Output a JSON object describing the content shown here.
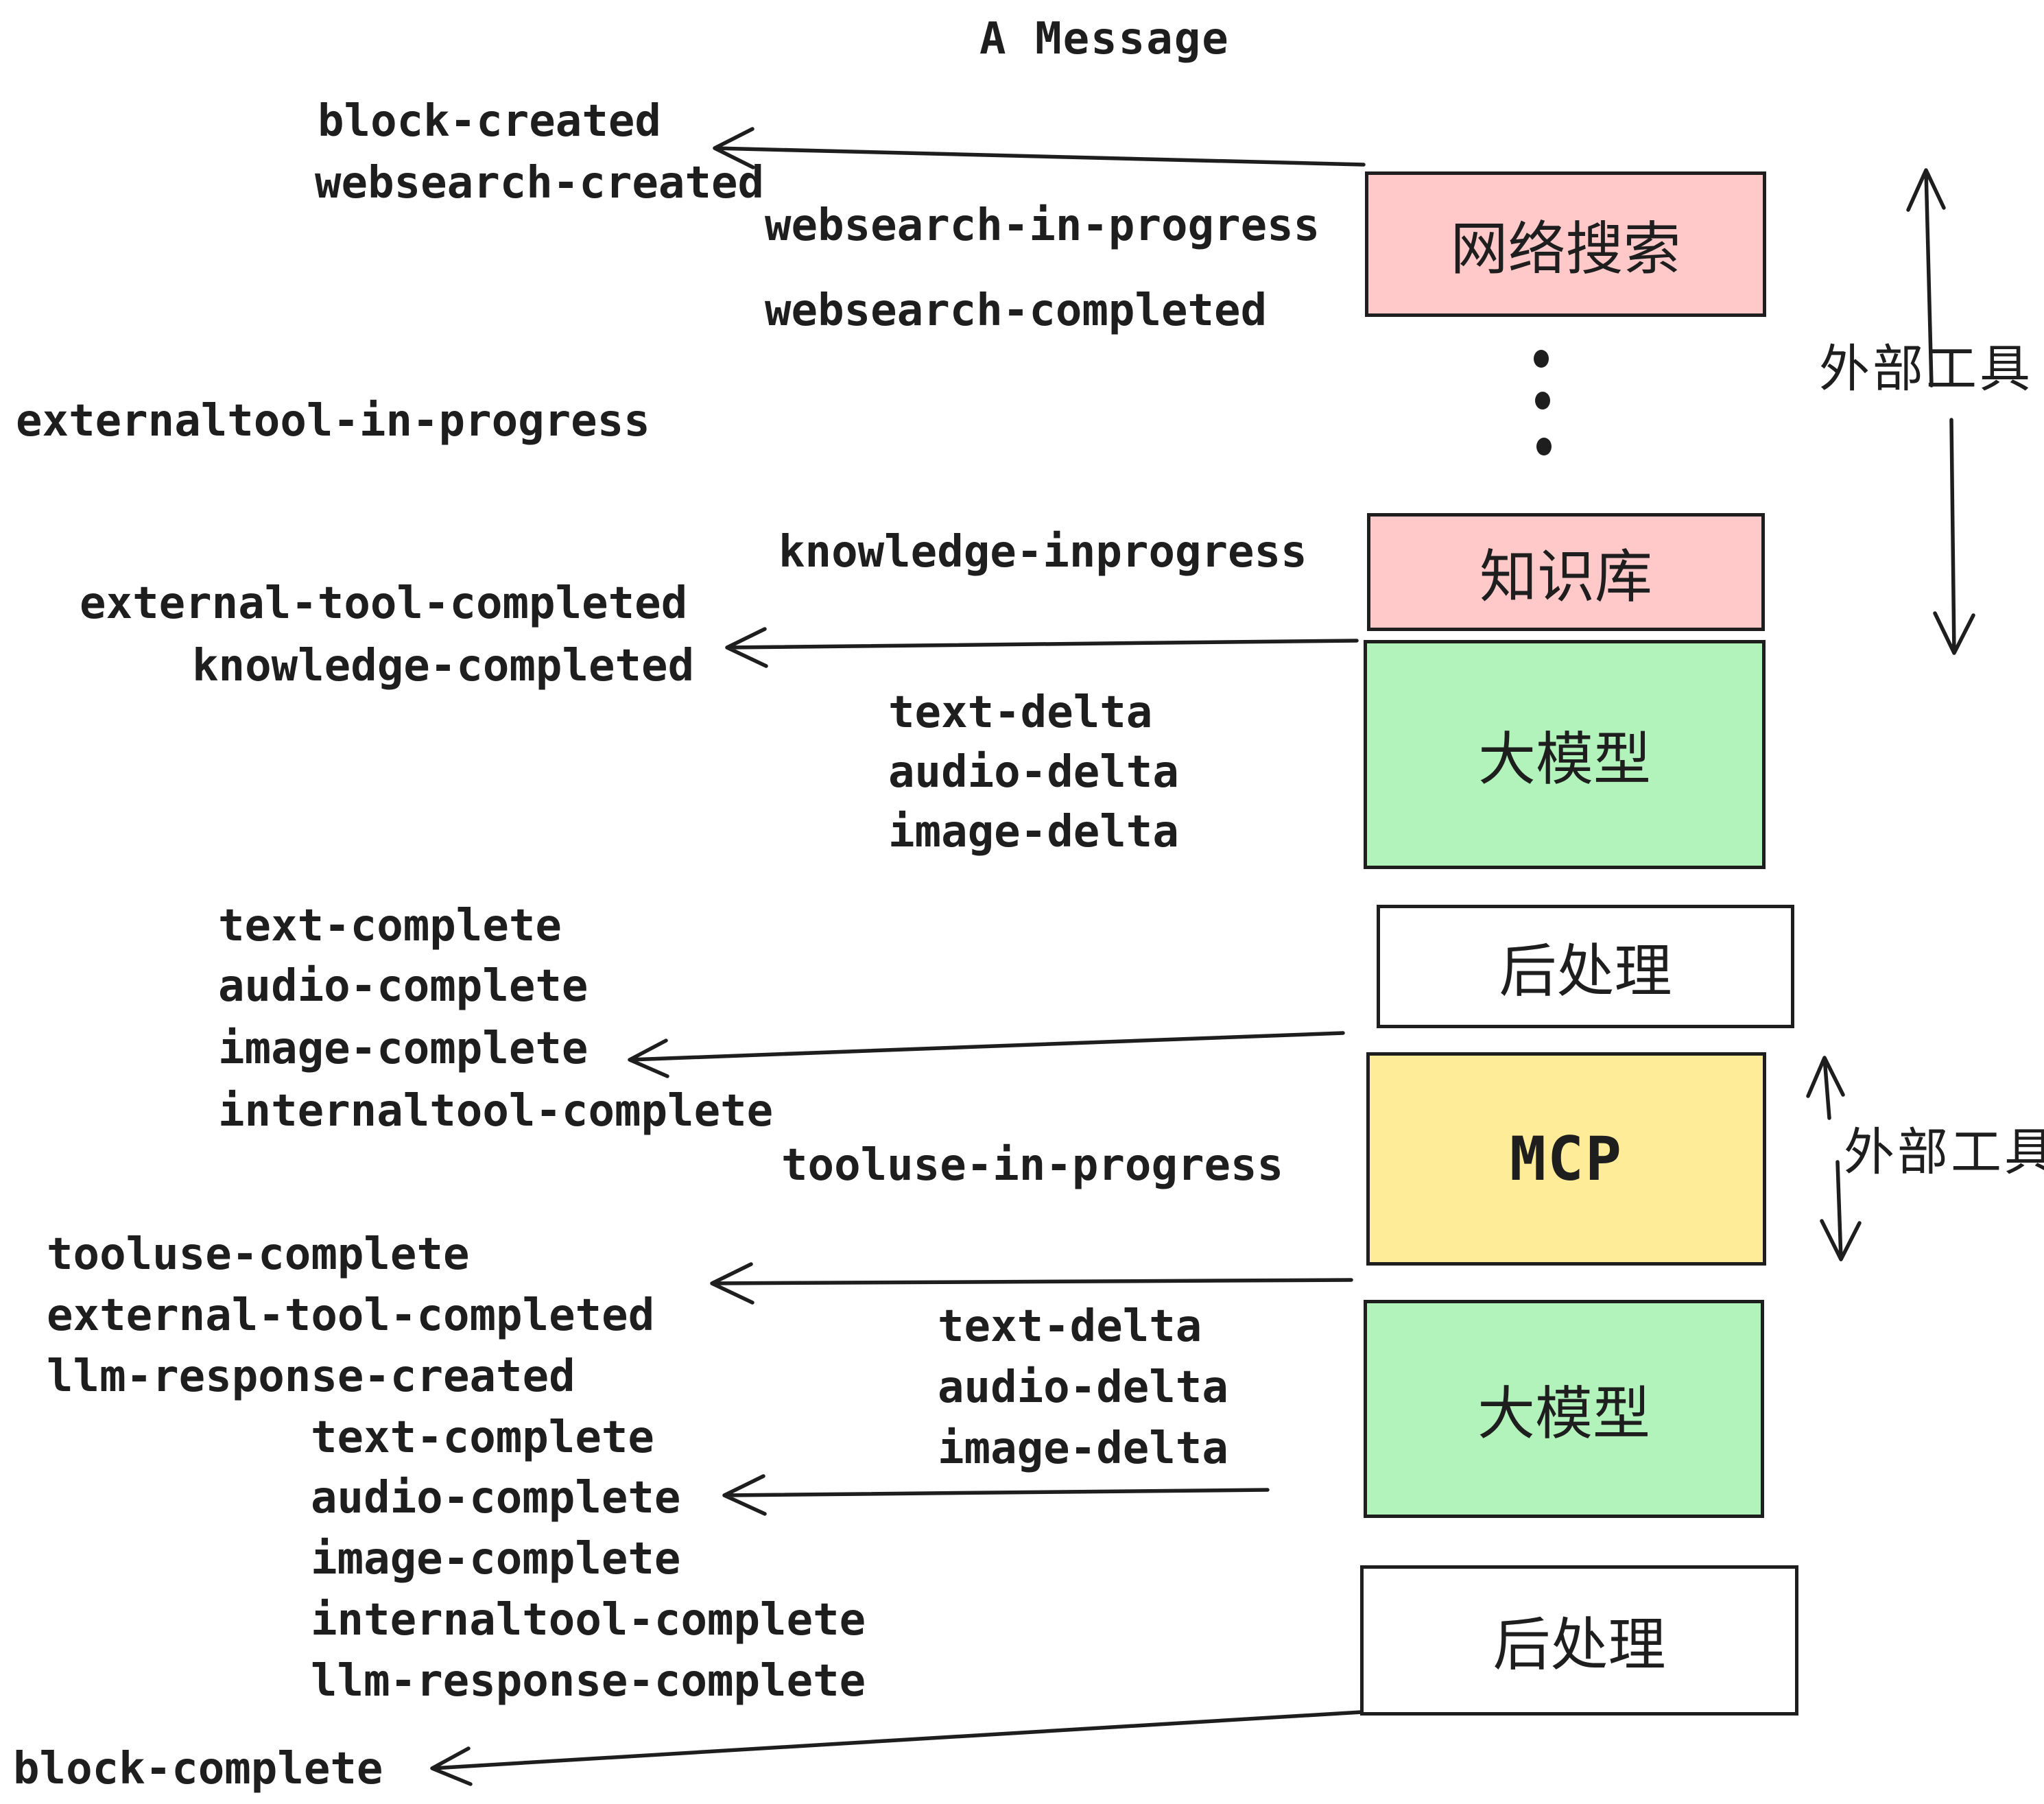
{
  "title": "A Message",
  "colors": {
    "stroke": "#1e1e1e",
    "box_pink": "#FFC9C9",
    "box_green": "#B2F2BB",
    "box_yellow": "#FFEC99",
    "box_white": "#ffffff",
    "background": "#ffffff"
  },
  "boxes": [
    {
      "label": "网络搜索",
      "color": "#FFC9C9"
    },
    {
      "label": "知识库",
      "color": "#FFC9C9"
    },
    {
      "label": "大模型",
      "color": "#B2F2BB"
    },
    {
      "label": "后处理",
      "color": "#ffffff"
    },
    {
      "label": "MCP",
      "color": "#FFEC99"
    },
    {
      "label": "大模型",
      "color": "#B2F2BB"
    },
    {
      "label": "后处理",
      "color": "#ffffff"
    }
  ],
  "side_labels": [
    {
      "text": "外部工具"
    },
    {
      "text": "外部工具"
    }
  ],
  "events": [
    {
      "text": "block-created"
    },
    {
      "text": "websearch-created"
    },
    {
      "text": "websearch-in-progress"
    },
    {
      "text": "websearch-completed"
    },
    {
      "text": "externaltool-in-progress"
    },
    {
      "text": "knowledge-inprogress"
    },
    {
      "text": "external-tool-completed"
    },
    {
      "text": "knowledge-completed"
    },
    {
      "text": "text-delta"
    },
    {
      "text": "audio-delta"
    },
    {
      "text": "image-delta"
    },
    {
      "text": "text-complete"
    },
    {
      "text": "audio-complete"
    },
    {
      "text": "image-complete"
    },
    {
      "text": "internaltool-complete"
    },
    {
      "text": "tooluse-in-progress"
    },
    {
      "text": "tooluse-complete"
    },
    {
      "text": "external-tool-completed"
    },
    {
      "text": "llm-response-created"
    },
    {
      "text": "text-delta"
    },
    {
      "text": "audio-delta"
    },
    {
      "text": "image-delta"
    },
    {
      "text": "text-complete"
    },
    {
      "text": "audio-complete"
    },
    {
      "text": "image-complete"
    },
    {
      "text": "internaltool-complete"
    },
    {
      "text": "llm-response-complete"
    },
    {
      "text": "block-complete"
    }
  ]
}
